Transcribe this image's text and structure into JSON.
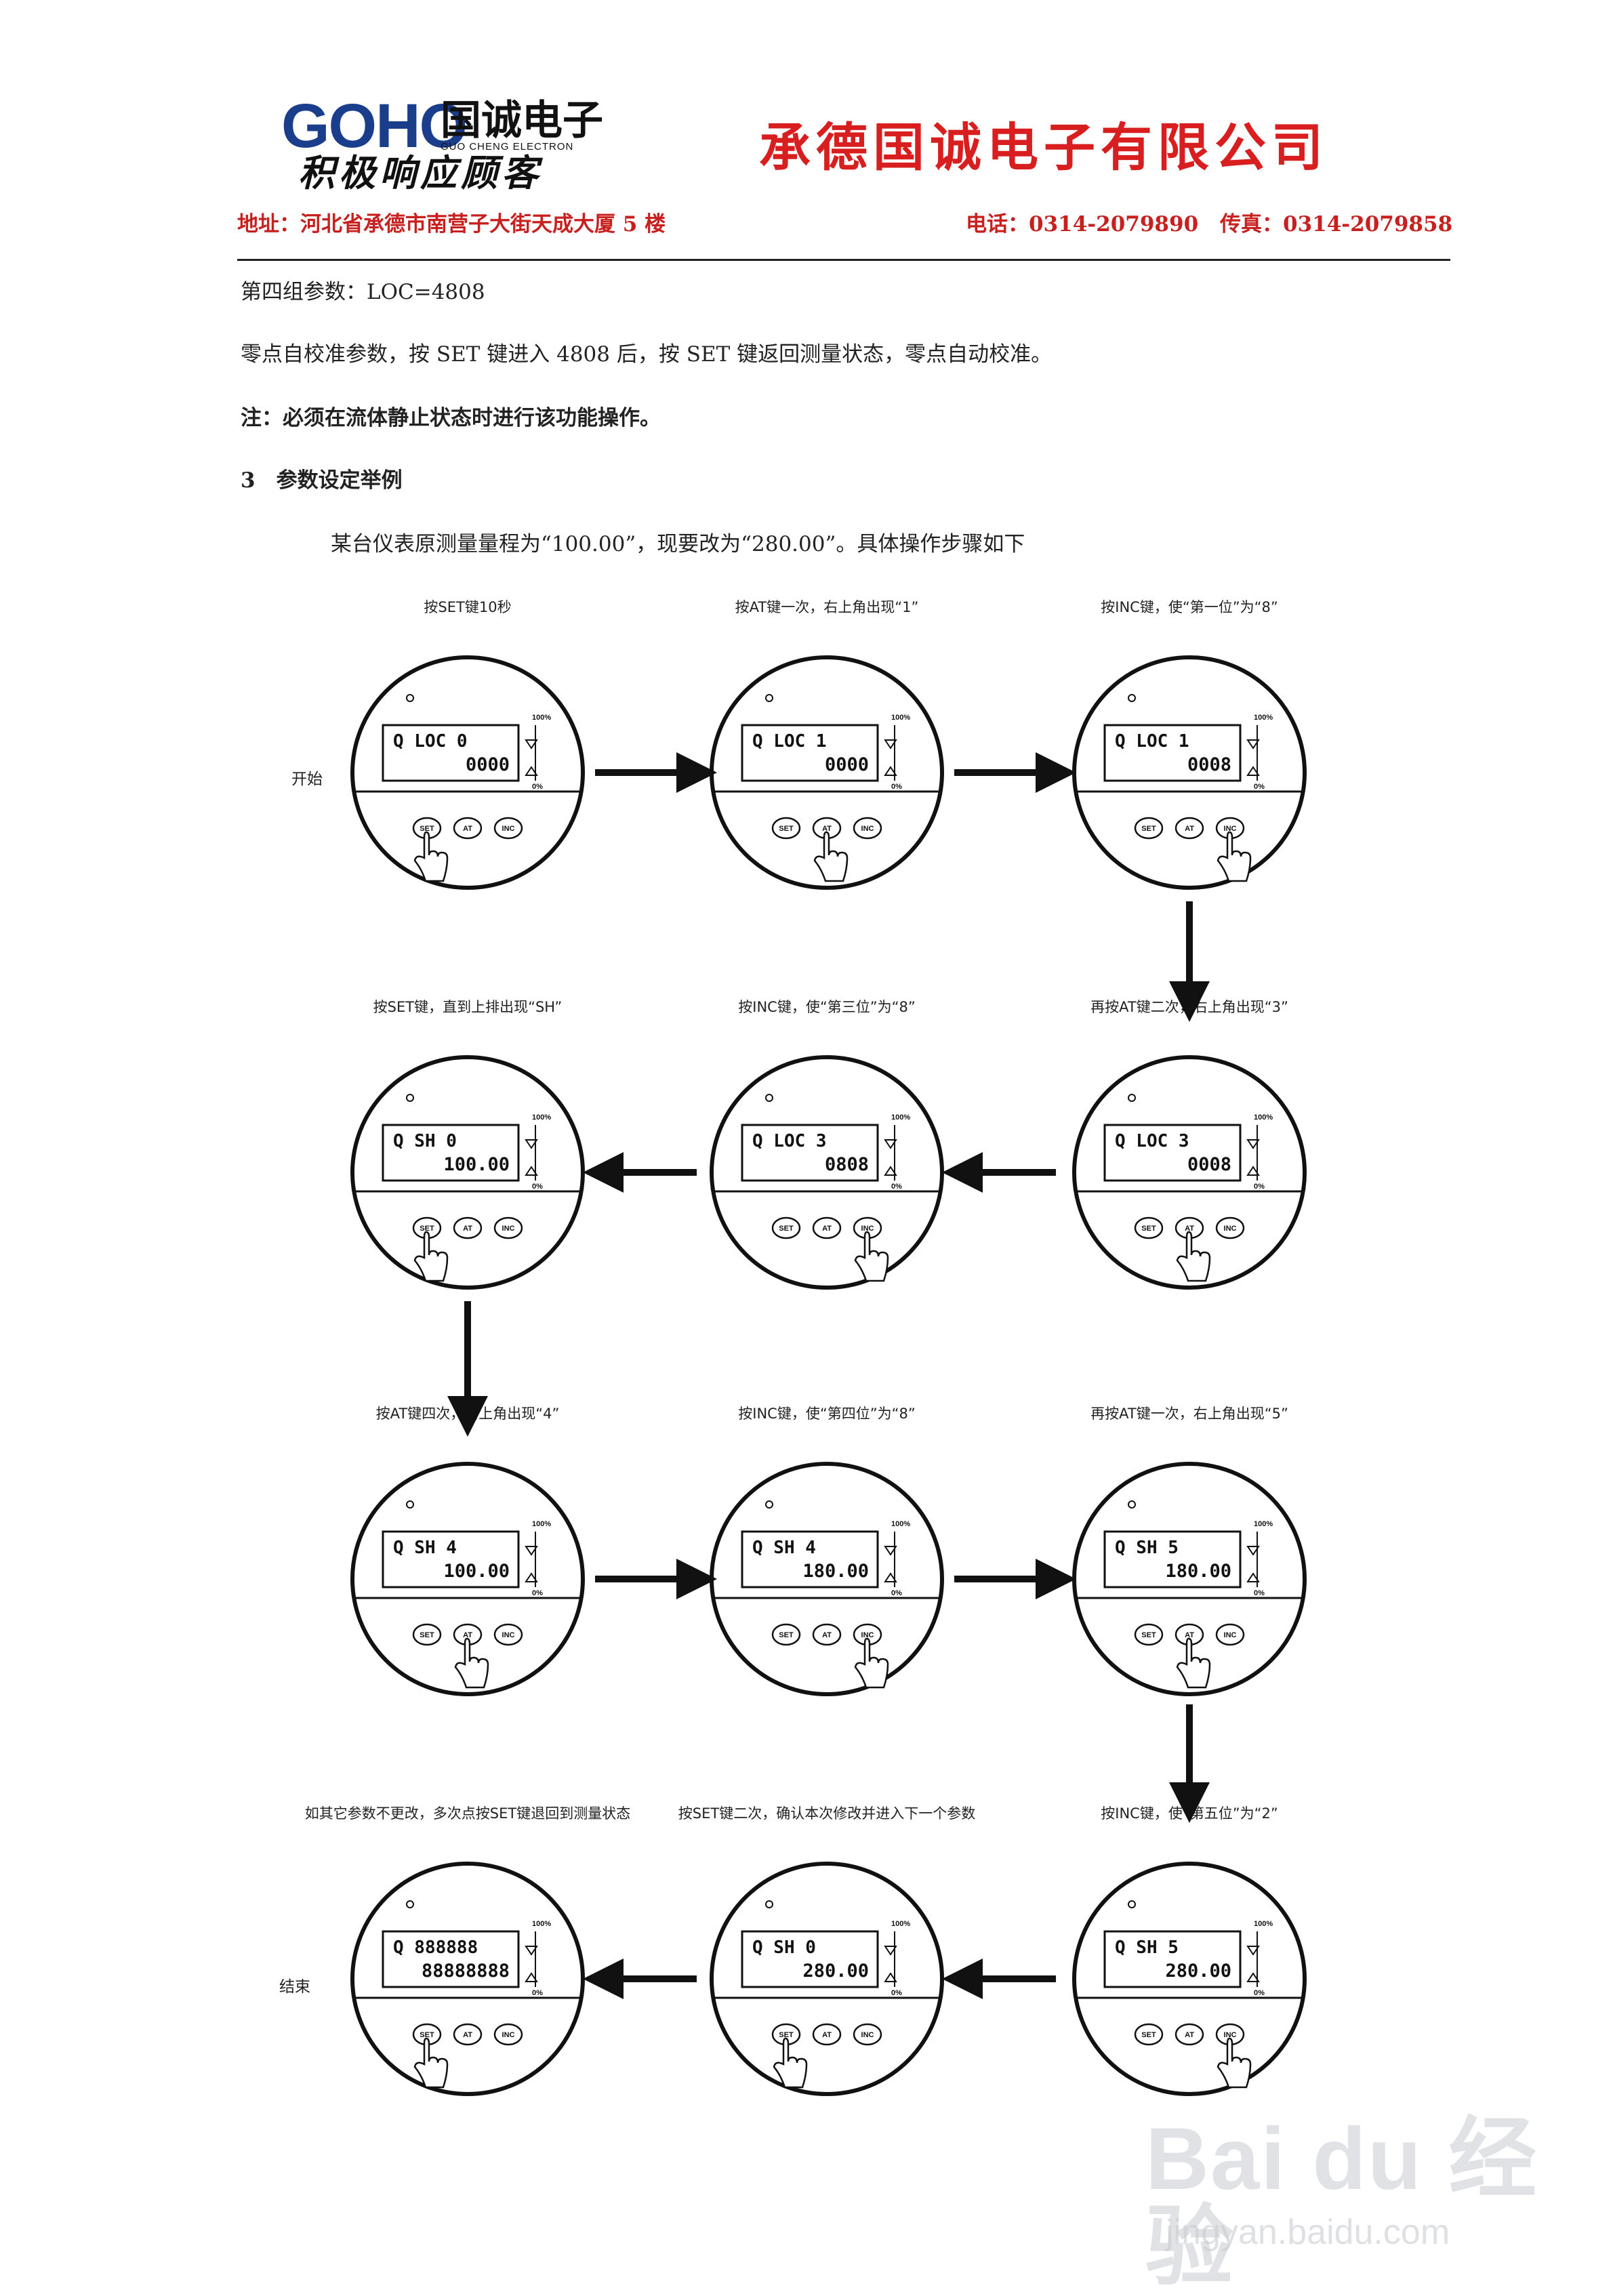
{
  "header": {
    "logo_text": "GOHO",
    "logo_cn": "国诚电子",
    "logo_en": "GUO CHENG ELECTRON",
    "slogan": "积极响应顾客",
    "company": "承德国诚电子有限公司",
    "address": "地址：河北省承德市南营子大街天成大厦 5 楼",
    "phone": "电话：0314-2079890",
    "fax": "传真：0314-2079858"
  },
  "content": {
    "p1": "第四组参数：LOC=4808",
    "p2": "零点自校准参数，按 SET 键进入 4808 后，按 SET 键返回测量状态，零点自动校准。",
    "p3": "注：必须在流体静止状态时进行该功能操作。",
    "p4": "3　参数设定举例",
    "p5": "某台仪表原测量量程为“100.00”，现要改为“280.00”。具体操作步骤如下"
  },
  "diagram": {
    "start_label": "开始",
    "end_label": "结束",
    "devices": [
      {
        "caption": "按SET键10秒",
        "line1": "Q  LOC  0",
        "line2": "0000",
        "pressed": "SET"
      },
      {
        "caption": "按AT键一次，右上角出现“1”",
        "line1": "Q  LOC  1",
        "line2": "0000",
        "pressed": "AT"
      },
      {
        "caption": "按INC键，使“第一位”为“8”",
        "line1": "Q  LOC  1",
        "line2": "0008",
        "pressed": "INC"
      },
      {
        "caption": "再按AT键二次，右上角出现“3”",
        "line1": "Q  LOC  3",
        "line2": "0008",
        "pressed": "AT"
      },
      {
        "caption": "按INC键，使“第三位”为“8”",
        "line1": "Q  LOC  3",
        "line2": "0808",
        "pressed": "INC"
      },
      {
        "caption": "按SET键，直到上排出现“SH”",
        "line1": "Q  SH   0",
        "line2": "100.00",
        "pressed": "SET"
      },
      {
        "caption": "按AT键四次，右上角出现“4”",
        "line1": "Q  SH   4",
        "line2": "100.00",
        "pressed": "AT"
      },
      {
        "caption": "按INC键，使“第四位”为“8”",
        "line1": "Q  SH   4",
        "line2": "180.00",
        "pressed": "INC"
      },
      {
        "caption": "再按AT键一次，右上角出现“5”",
        "line1": "Q  SH   5",
        "line2": "180.00",
        "pressed": "AT"
      },
      {
        "caption": "按INC键，使“第五位”为“2”",
        "line1": "Q  SH   5",
        "line2": "280.00",
        "pressed": "INC"
      },
      {
        "caption": "按SET键二次，确认本次修改并进入下一个参数",
        "line1": "Q  SH   0",
        "line2": "280.00",
        "pressed": "SET"
      },
      {
        "caption": "如其它参数不更改，多次点按SET键退回到测量状态",
        "line1": "Q  888888",
        "line2": "88888888",
        "pressed": "SET"
      }
    ],
    "buttons": [
      "SET",
      "AT",
      "INC"
    ],
    "scale_top": "100%",
    "scale_bottom": "0%"
  },
  "watermark": {
    "text": "Bai du 经验",
    "url": "jingyan.baidu.com"
  }
}
